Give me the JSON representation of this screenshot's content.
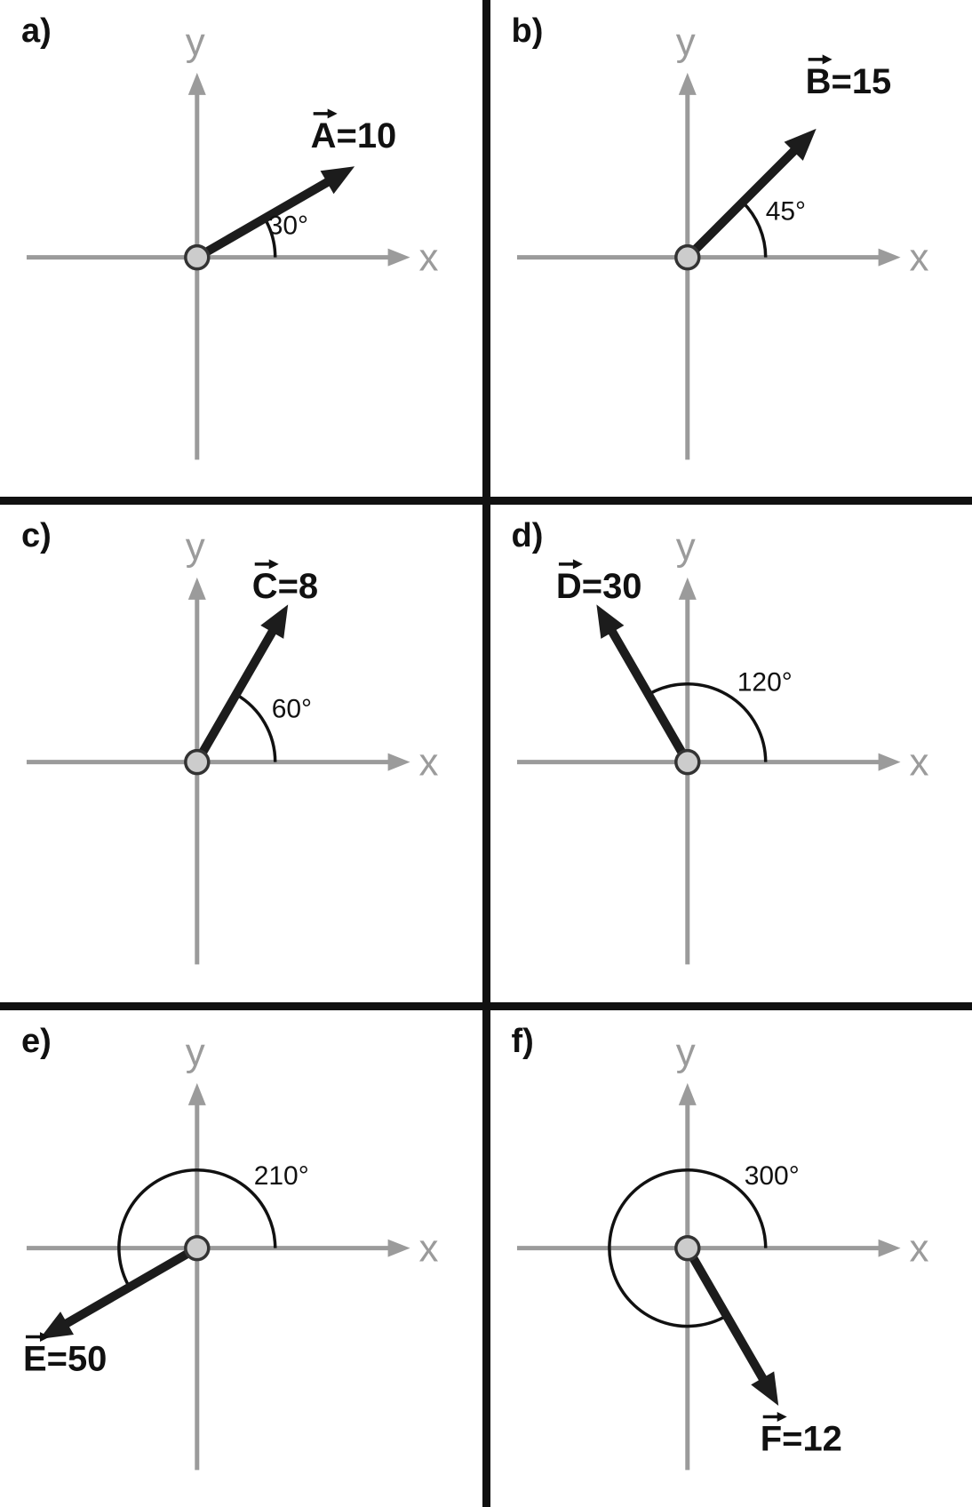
{
  "axes": {
    "x_label": "x",
    "y_label": "y"
  },
  "colors": {
    "axis": "#9b9b9b",
    "vector": "#1c1c1c",
    "text": "#111111",
    "divider": "#111111",
    "origin_fill": "#cccccc",
    "origin_stroke": "#333333"
  },
  "panels": [
    {
      "label": "a)",
      "vector": {
        "letter": "A",
        "magnitude": "10",
        "text": "A=10"
      },
      "angle_deg": 30,
      "angle_label": "30°"
    },
    {
      "label": "b)",
      "vector": {
        "letter": "B",
        "magnitude": "15",
        "text": "B=15"
      },
      "angle_deg": 45,
      "angle_label": "45°"
    },
    {
      "label": "c)",
      "vector": {
        "letter": "C",
        "magnitude": "8",
        "text": "C=8"
      },
      "angle_deg": 60,
      "angle_label": "60°"
    },
    {
      "label": "d)",
      "vector": {
        "letter": "D",
        "magnitude": "30",
        "text": "D=30"
      },
      "angle_deg": 120,
      "angle_label": "120°"
    },
    {
      "label": "e)",
      "vector": {
        "letter": "E",
        "magnitude": "50",
        "text": "E=50"
      },
      "angle_deg": 210,
      "angle_label": "210°"
    },
    {
      "label": "f)",
      "vector": {
        "letter": "F",
        "magnitude": "12",
        "text": "F=12"
      },
      "angle_deg": 300,
      "angle_label": "300°"
    }
  ]
}
